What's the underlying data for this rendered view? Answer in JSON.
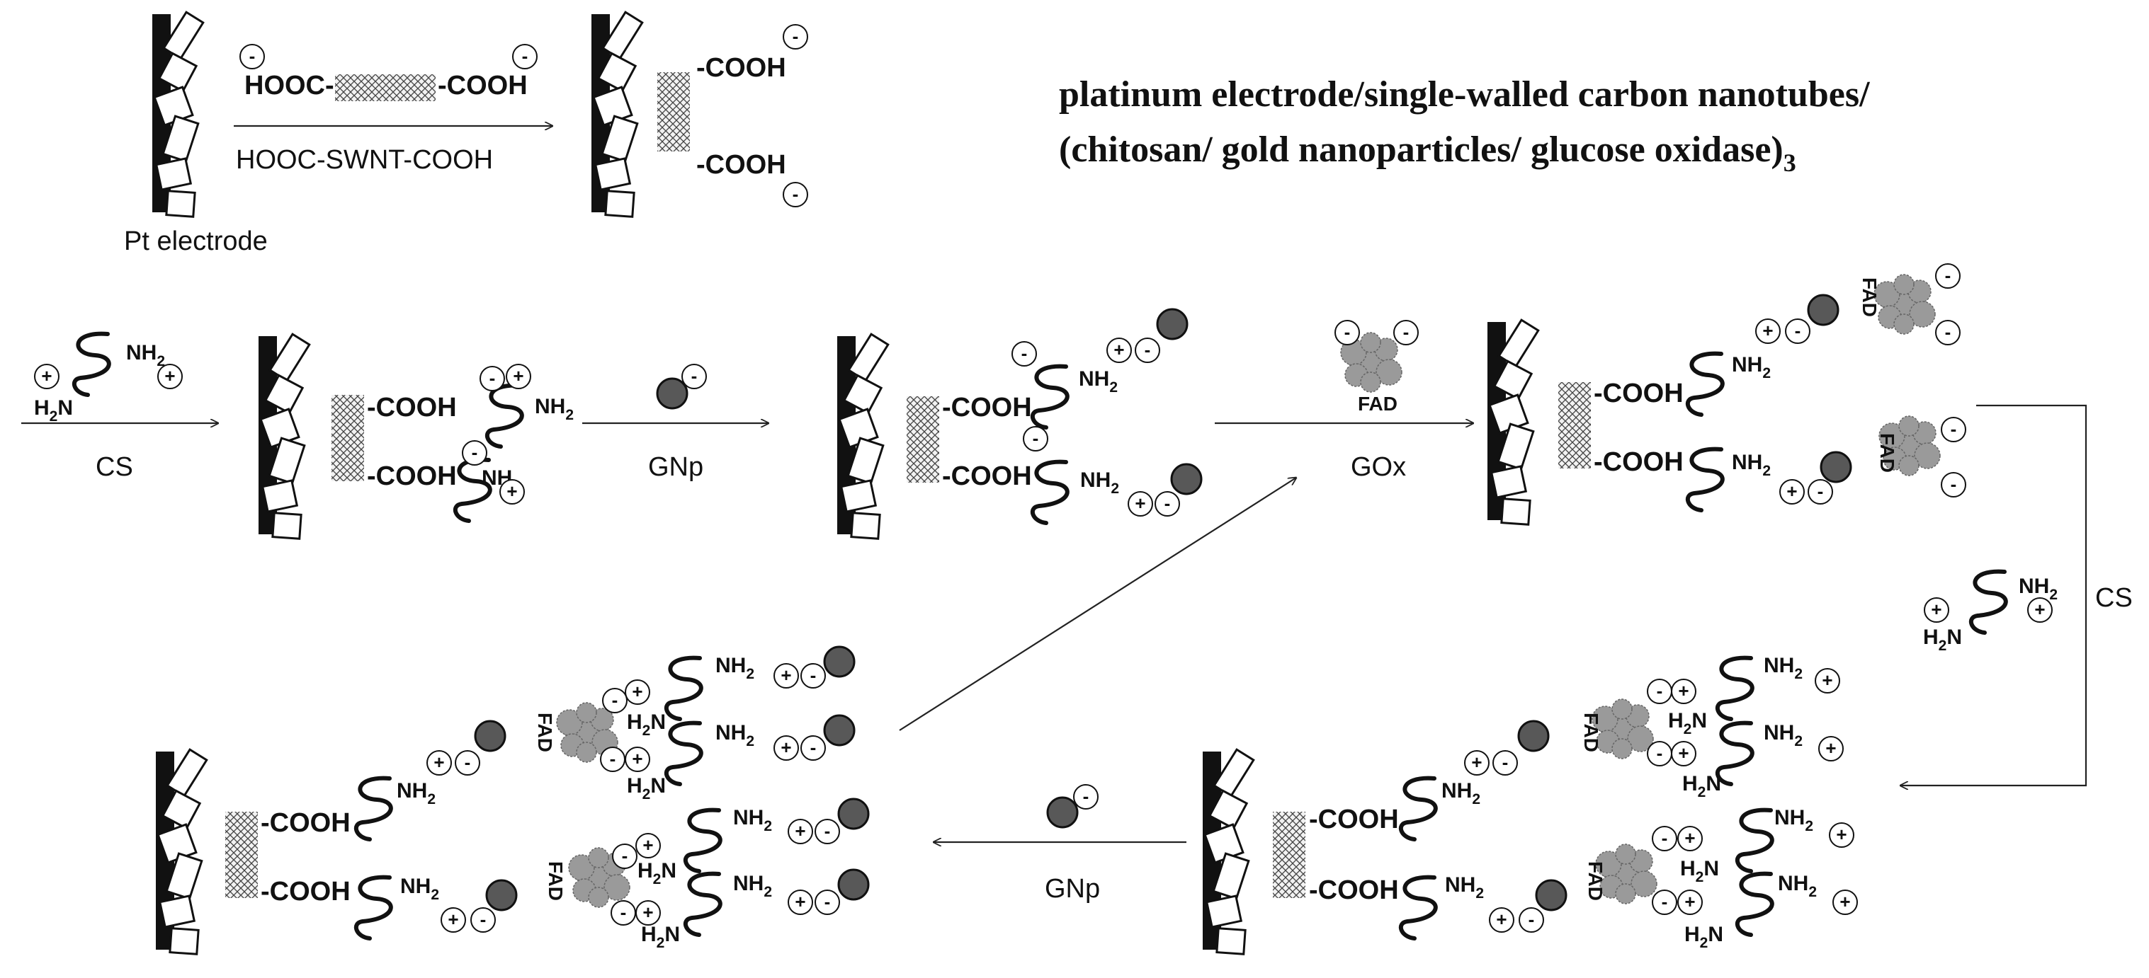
{
  "title": {
    "line1": "platinum electrode/single-walled carbon nanotubes/",
    "line2": "(chitosan/ gold nanoparticles/ glucose oxidase)",
    "subscript": "3"
  },
  "labels": {
    "pt_electrode": "Pt electrode",
    "hooc_swnt_cooh": "HOOC-SWNT-COOH",
    "hooc": "HOOC-",
    "cooh": "-COOH",
    "nh2": "NH",
    "h2n": "H",
    "sub2": "2",
    "n": "N",
    "fad": "FAD",
    "cs": "CS",
    "gnp": "GNp",
    "gox": "GOx"
  },
  "charges": {
    "plus": "+",
    "minus": "-"
  },
  "colors": {
    "ink": "#111111",
    "gold": "#585858",
    "arrow": "#222222",
    "enzyme": "#9a9a9a"
  }
}
